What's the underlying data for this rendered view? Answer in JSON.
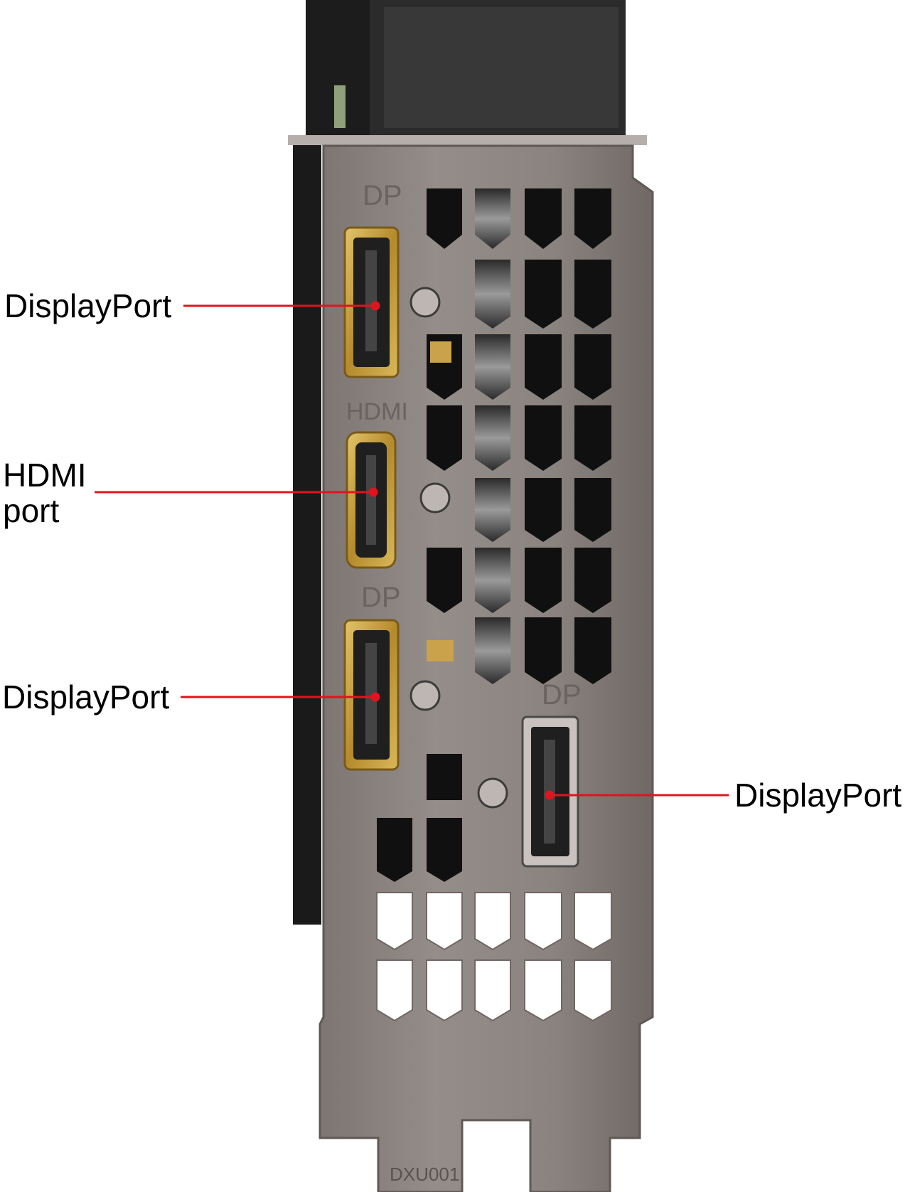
{
  "callouts": [
    {
      "id": "dp1",
      "label": "DisplayPort"
    },
    {
      "id": "hdmi",
      "label": "HDMI port"
    },
    {
      "id": "dp2",
      "label": "DisplayPort"
    },
    {
      "id": "dp3",
      "label": "DisplayPort"
    }
  ],
  "bracket_markings": {
    "dp_top": "DP",
    "hdmi": "HDMI",
    "dp_middle": "DP",
    "dp_right": "DP",
    "part_code": "DXU001"
  },
  "colors": {
    "callout_line": "#e0141e",
    "bracket_metal": "#8e8682",
    "port_gold": "#c9a445",
    "label_text": "#000000"
  }
}
